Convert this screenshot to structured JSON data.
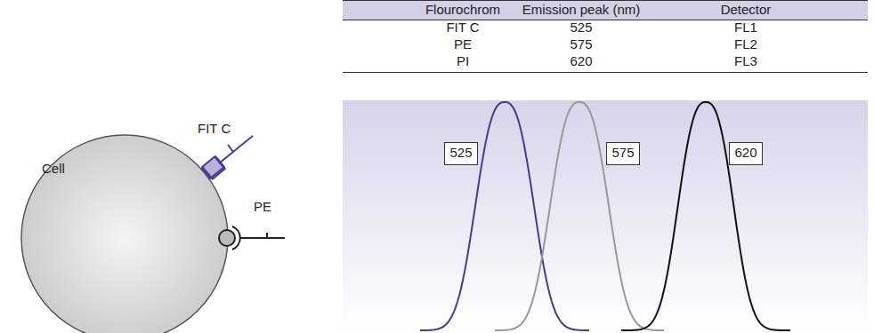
{
  "diagram": {
    "nodes": [
      {
        "text": [
          "525"
        ]
      },
      {
        "text": [
          "575"
        ]
      },
      {
        "text": [
          "620"
        ]
      }
    ],
    "labels": [
      "Flourochrom",
      "Emission peak (nm)",
      "Detector",
      "FIT C",
      "525",
      "FL1",
      "PE",
      "575",
      "FL2",
      "PI",
      "620",
      "FL3",
      "Cell",
      "FIT C",
      "PE"
    ]
  }
}
